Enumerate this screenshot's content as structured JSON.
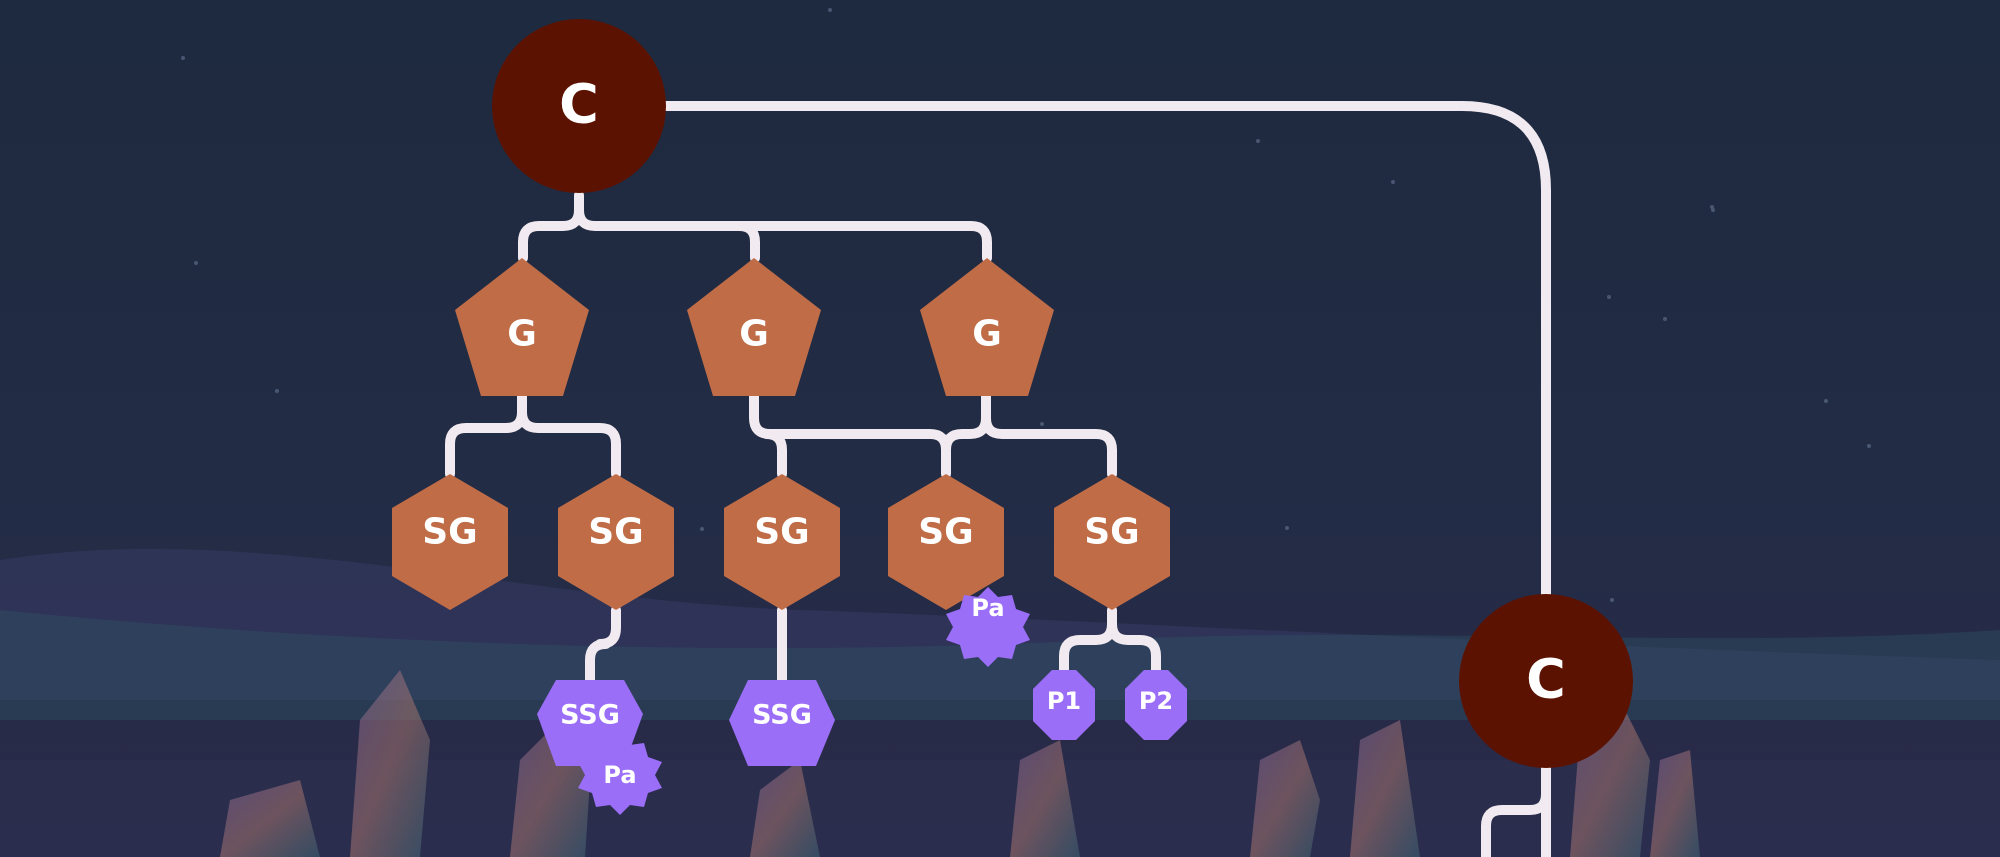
{
  "colors": {
    "background": "#1f2a3e",
    "connector": "#f1eaf0",
    "node_c": "#5c1200",
    "node_orange": "#c06d47",
    "node_purple": "#9b6ef7",
    "text": "#ffffff"
  },
  "nodes": {
    "c1": {
      "label": "C",
      "shape": "circle"
    },
    "c2": {
      "label": "C",
      "shape": "circle"
    },
    "g1": {
      "label": "G",
      "shape": "pentagon"
    },
    "g2": {
      "label": "G",
      "shape": "pentagon"
    },
    "g3": {
      "label": "G",
      "shape": "pentagon"
    },
    "sg1": {
      "label": "SG",
      "shape": "hexagon"
    },
    "sg2": {
      "label": "SG",
      "shape": "hexagon"
    },
    "sg3": {
      "label": "SG",
      "shape": "hexagon"
    },
    "sg4": {
      "label": "SG",
      "shape": "hexagon"
    },
    "sg5": {
      "label": "SG",
      "shape": "hexagon"
    },
    "ssg1": {
      "label": "SSG",
      "shape": "hexagon"
    },
    "ssg2": {
      "label": "SSG",
      "shape": "hexagon"
    },
    "pa1": {
      "label": "Pa",
      "shape": "star"
    },
    "pa2": {
      "label": "Pa",
      "shape": "star"
    },
    "p1": {
      "label": "P1",
      "shape": "octagon"
    },
    "p2": {
      "label": "P2",
      "shape": "octagon"
    }
  }
}
